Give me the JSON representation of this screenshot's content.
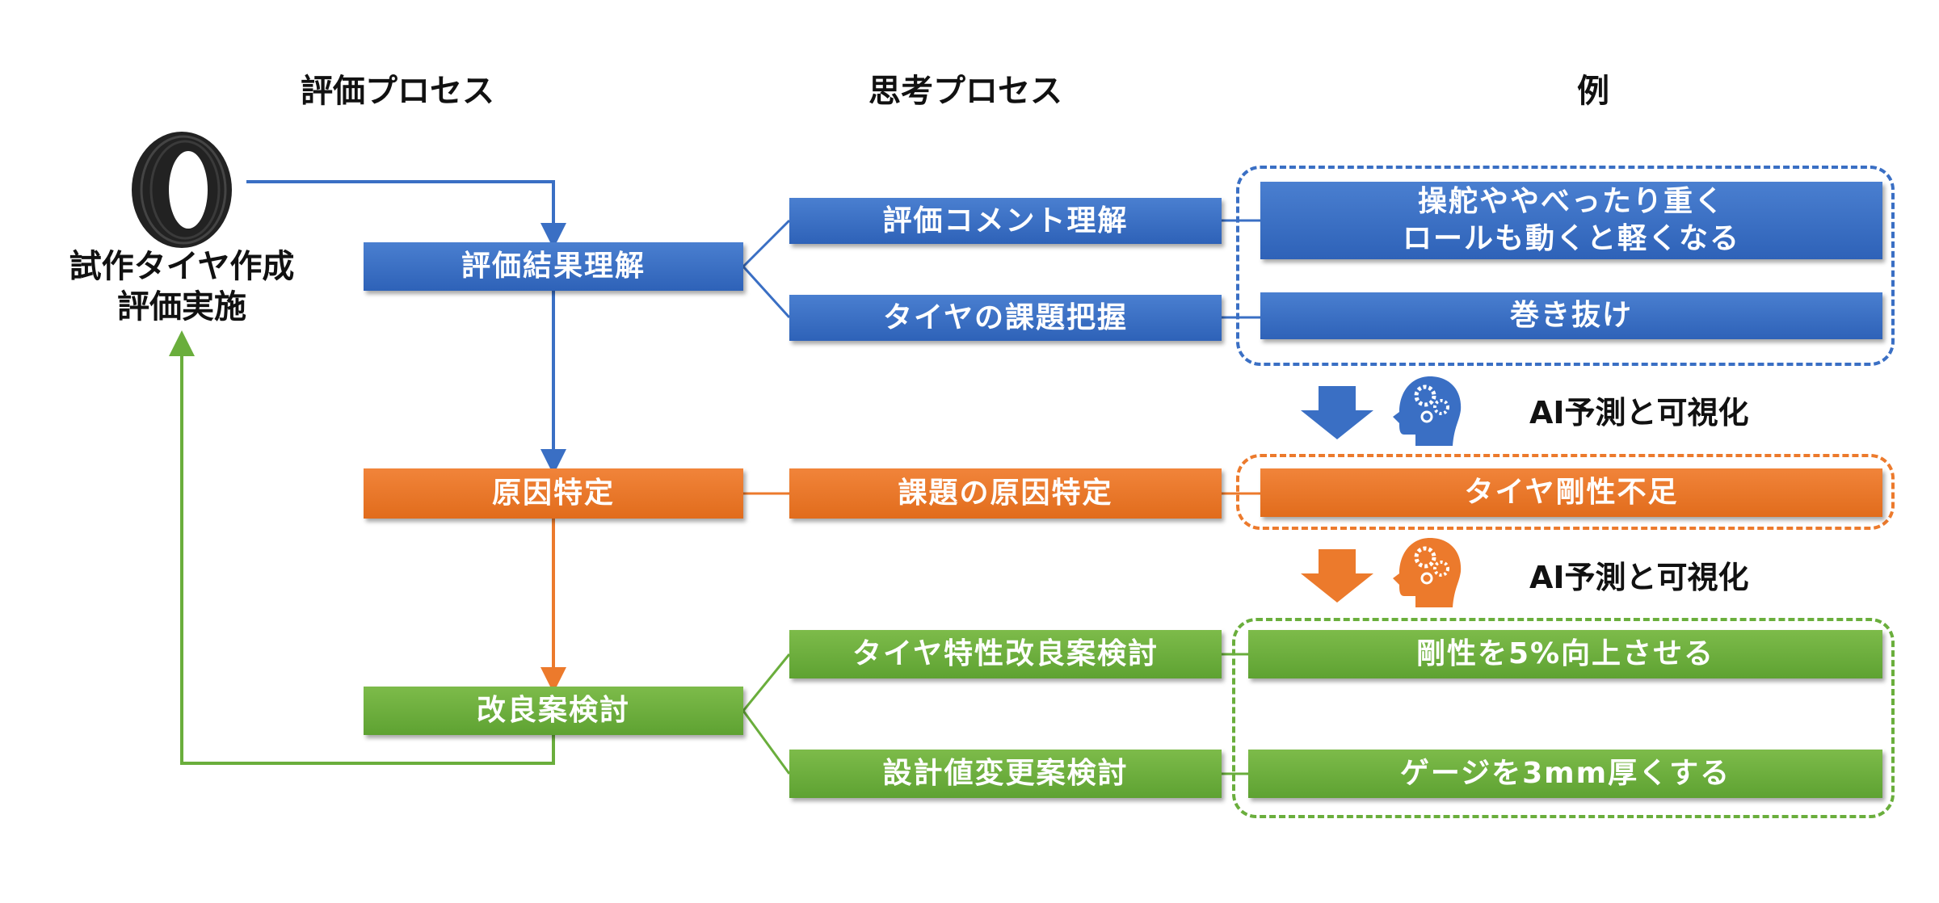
{
  "headers": {
    "evaluation_process": "評価プロセス",
    "thinking_process": "思考プロセス",
    "example": "例"
  },
  "start_node": {
    "icon": "tire-icon",
    "label": "試作タイヤ作成\n評価実施"
  },
  "stages": [
    {
      "id": "understand",
      "color": "#3a6fc4",
      "label": "評価結果理解",
      "thinking": [
        "評価コメント理解",
        "タイヤの課題把握"
      ],
      "examples": [
        "操舵ややべったり重く\nロールも動くと軽くなる",
        "巻き抜け"
      ]
    },
    {
      "id": "cause",
      "color": "#ec7a2c",
      "label": "原因特定",
      "thinking": [
        "課題の原因特定"
      ],
      "examples": [
        "タイヤ剛性不足"
      ]
    },
    {
      "id": "improve",
      "color": "#6aae3c",
      "label": "改良案検討",
      "thinking": [
        "タイヤ特性改良案検討",
        "設計値変更案検討"
      ],
      "examples": [
        "剛性を5%向上させる",
        "ゲージを3mm厚くする"
      ]
    }
  ],
  "ai_steps": [
    {
      "label": "AI予測と可視化",
      "color": "#3a6fc4",
      "icon": "ai-head-gears-icon"
    },
    {
      "label": "AI予測と可視化",
      "color": "#ec7a2c",
      "icon": "ai-head-gears-icon"
    }
  ]
}
